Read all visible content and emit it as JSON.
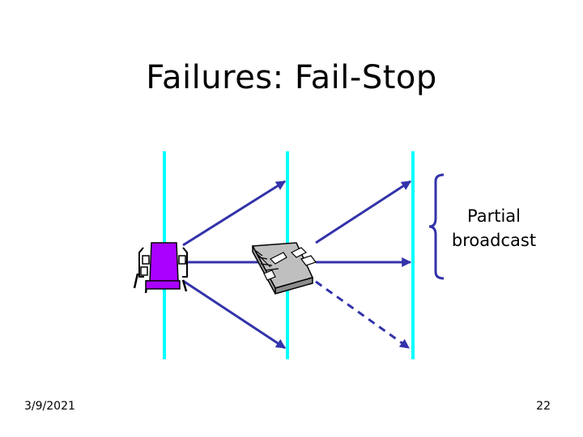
{
  "slide": {
    "title": "Failures: Fail-Stop",
    "date": "3/9/2021",
    "page_number": "22"
  },
  "diagram": {
    "brace_label": "Partial\nbroadcast",
    "process_count": 3,
    "icons": {
      "sender": "sender-process-icon",
      "failed": "crashed-process-icon"
    },
    "colors": {
      "timeline": "#00ffff",
      "message": "#3333aa",
      "brace": "#3333aa",
      "sender_fill": "#aa00ff",
      "failed_fill": "#bfbfbf"
    },
    "messages": [
      {
        "from": "P1",
        "to": "P2",
        "style": "solid",
        "delivered": true
      },
      {
        "from": "P1",
        "to": "P2",
        "style": "solid",
        "delivered": true
      },
      {
        "from": "P1",
        "to": "P2",
        "style": "solid",
        "delivered": true
      },
      {
        "from": "P2",
        "to": "P3",
        "style": "solid",
        "delivered": true
      },
      {
        "from": "P2",
        "to": "P3",
        "style": "solid",
        "delivered": true
      },
      {
        "from": "P2",
        "to": "P3",
        "style": "dashed",
        "delivered": false
      }
    ]
  }
}
